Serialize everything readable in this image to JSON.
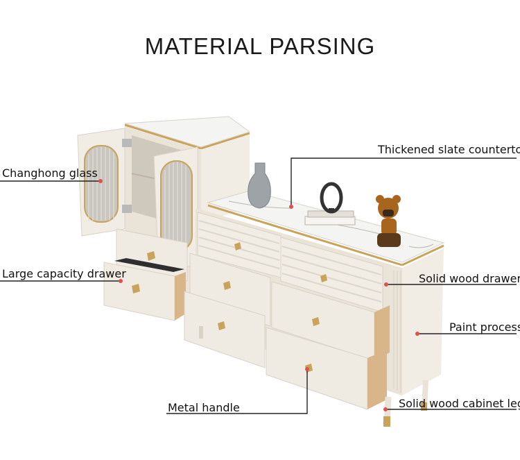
{
  "title": "MATERIAL PARSING",
  "callouts": {
    "countertop": "Thickened slate countertop",
    "glass": "Changhong glass",
    "drawer_capacity": "Large capacity drawer",
    "solid_drawers": "Solid wood drawers",
    "paint": "Paint process",
    "handle": "Metal handle",
    "legs": "Solid wood cabinet legs"
  },
  "colors": {
    "cabinet": "#ede8df",
    "cabinet_shadow": "#d9d2c6",
    "gold": "#c9a35a",
    "marble": "#f4f4f2",
    "wood_interior": "#d9b58a",
    "leader_line": "#222222",
    "dot": "#d9534f"
  }
}
